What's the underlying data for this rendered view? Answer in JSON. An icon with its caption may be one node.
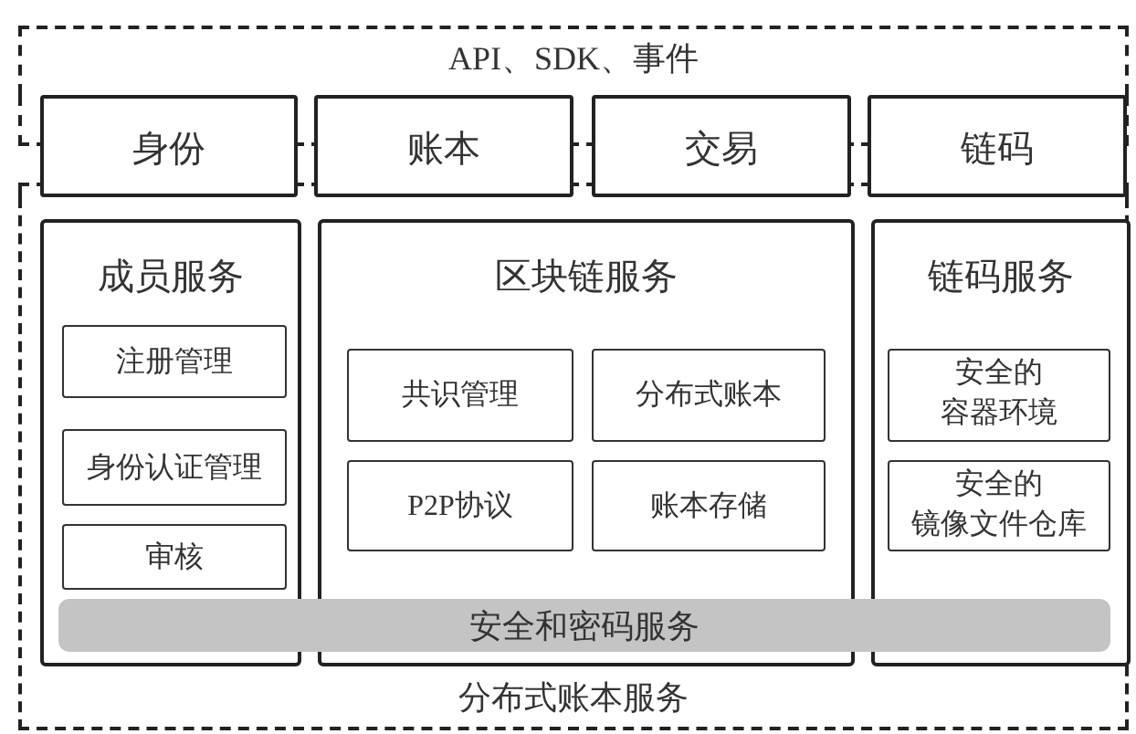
{
  "diagram": {
    "nodes": [
      {
        "text": [
          "API、SDK、事件"
        ]
      },
      {
        "text": [
          "身份"
        ]
      },
      {
        "text": [
          "账本"
        ]
      },
      {
        "text": [
          "交易"
        ]
      },
      {
        "text": [
          "链码"
        ]
      },
      {
        "text": [
          "分布式账本服务"
        ]
      },
      {
        "text": [
          "成员服务"
        ],
        "in": 5
      },
      {
        "text": [
          "注册管理"
        ],
        "in": 6
      },
      {
        "text": [
          "身份认证管理"
        ],
        "in": 6
      },
      {
        "text": [
          "审核"
        ],
        "in": 6
      },
      {
        "text": [
          "区块链服务"
        ],
        "in": 5
      },
      {
        "text": [
          "共识管理"
        ],
        "in": 10
      },
      {
        "text": [
          "分布式账本"
        ],
        "in": 10
      },
      {
        "text": [
          "P2P协议"
        ],
        "in": 10
      },
      {
        "text": [
          "账本存储"
        ],
        "in": 10
      },
      {
        "text": [
          "链码服务"
        ],
        "in": 5
      },
      {
        "text": [
          "安全的容器环境"
        ],
        "in": 15
      },
      {
        "text": [
          "安全的镜像文件仓库"
        ],
        "in": 15
      },
      {
        "text": [
          "安全和密码服务"
        ],
        "in": 5
      }
    ]
  }
}
